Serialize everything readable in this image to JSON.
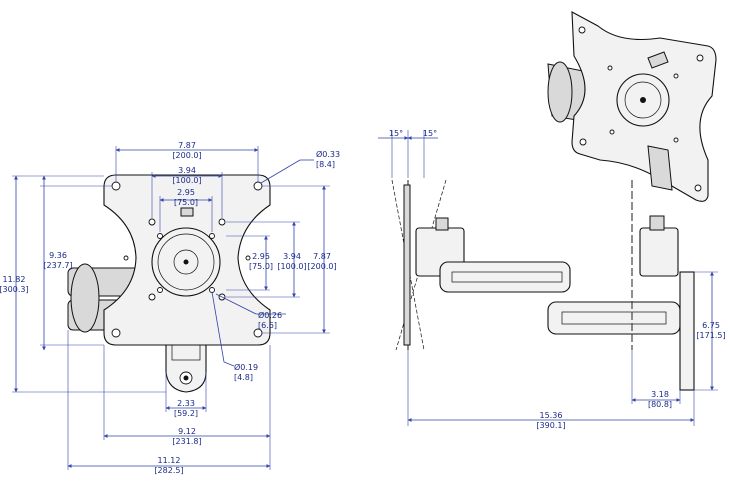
{
  "dimensions": {
    "pattern_200": {
      "imperial": "7.87",
      "metric": "[200.0]"
    },
    "pattern_100": {
      "imperial": "3.94",
      "metric": "[100.0]"
    },
    "pattern_75": {
      "imperial": "2.95",
      "metric": "[75.0]"
    },
    "hole_large": {
      "imperial": "Ø0.33",
      "metric": "[8.4]"
    },
    "height_plate": {
      "imperial": "9.36",
      "metric": "[237.7]"
    },
    "height_total": {
      "imperial": "11.82",
      "metric": "[300.3]"
    },
    "vert_75": {
      "imperial": "2.95",
      "metric": "[75.0]"
    },
    "vert_100": {
      "imperial": "3.94",
      "metric": "[100.0]"
    },
    "vert_200": {
      "imperial": "7.87",
      "metric": "[200.0]"
    },
    "hole_medium": {
      "imperial": "Ø0.26",
      "metric": "[6.6]"
    },
    "hole_small": {
      "imperial": "Ø0.19",
      "metric": "[4.8]"
    },
    "wall_plate_width": {
      "imperial": "2.33",
      "metric": "[59.2]"
    },
    "plate_width": {
      "imperial": "9.12",
      "metric": "[231.8]"
    },
    "overall_width": {
      "imperial": "11.12",
      "metric": "[282.5]"
    },
    "tilt_left": "15°",
    "tilt_right": "15°",
    "extension": {
      "imperial": "15.36",
      "metric": "[390.1]"
    },
    "wall_plate_height": {
      "imperial": "6.75",
      "metric": "[171.5]"
    },
    "retracted_depth": {
      "imperial": "3.18",
      "metric": "[80.8]"
    }
  }
}
